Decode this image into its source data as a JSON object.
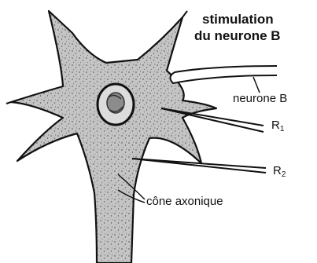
{
  "title": {
    "line1": "stimulation",
    "line2": "du neurone B"
  },
  "labels": {
    "neurone_b": "neurone B",
    "r1_letter": "R",
    "r1_index": "1",
    "r2_letter": "R",
    "r2_index": "2",
    "cone_axonique": "cône axonique"
  },
  "colors": {
    "ink": "#111111",
    "cell_fill": "#c4c4c4",
    "speckle": "#6a6a6a",
    "background": "#ffffff"
  }
}
